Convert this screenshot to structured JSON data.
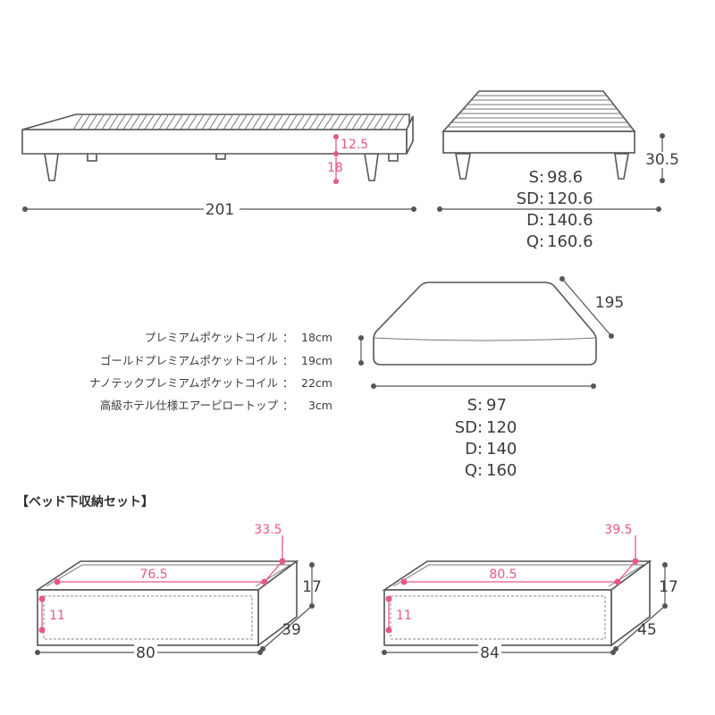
{
  "bed_frame": {
    "length": "201",
    "leg_height": "18",
    "frame_height": "12.5",
    "total_height": "30.5",
    "widths": [
      {
        "size": "S",
        "value": "98.6"
      },
      {
        "size": "SD",
        "value": "120.6"
      },
      {
        "size": "D",
        "value": "140.6"
      },
      {
        "size": "Q",
        "value": "160.6"
      }
    ]
  },
  "mattress": {
    "length": "195",
    "specs": [
      {
        "name": "プレミアムポケットコイル",
        "value": "18cm"
      },
      {
        "name": "ゴールドプレミアムポケットコイル",
        "value": "19cm"
      },
      {
        "name": "ナノテックプレミアムポケットコイル",
        "value": "22cm"
      },
      {
        "name": "高級ホテル仕様エアーピロートップ",
        "value": "3cm"
      }
    ],
    "widths": [
      {
        "size": "S",
        "value": "97"
      },
      {
        "size": "SD",
        "value": "120"
      },
      {
        "size": "D",
        "value": "140"
      },
      {
        "size": "Q",
        "value": "160"
      }
    ]
  },
  "storage": {
    "title": "【ベッド下収納セット】",
    "boxes": [
      {
        "width": "80",
        "depth": "39",
        "height": "17",
        "inner_width": "76.5",
        "inner_depth": "33.5",
        "inner_height": "11"
      },
      {
        "width": "84",
        "depth": "45",
        "height": "17",
        "inner_width": "80.5",
        "inner_depth": "39.5",
        "inner_height": "11"
      }
    ]
  },
  "colors": {
    "line": "#555555",
    "accent": "#e8568a",
    "text": "#3c3c3c"
  }
}
